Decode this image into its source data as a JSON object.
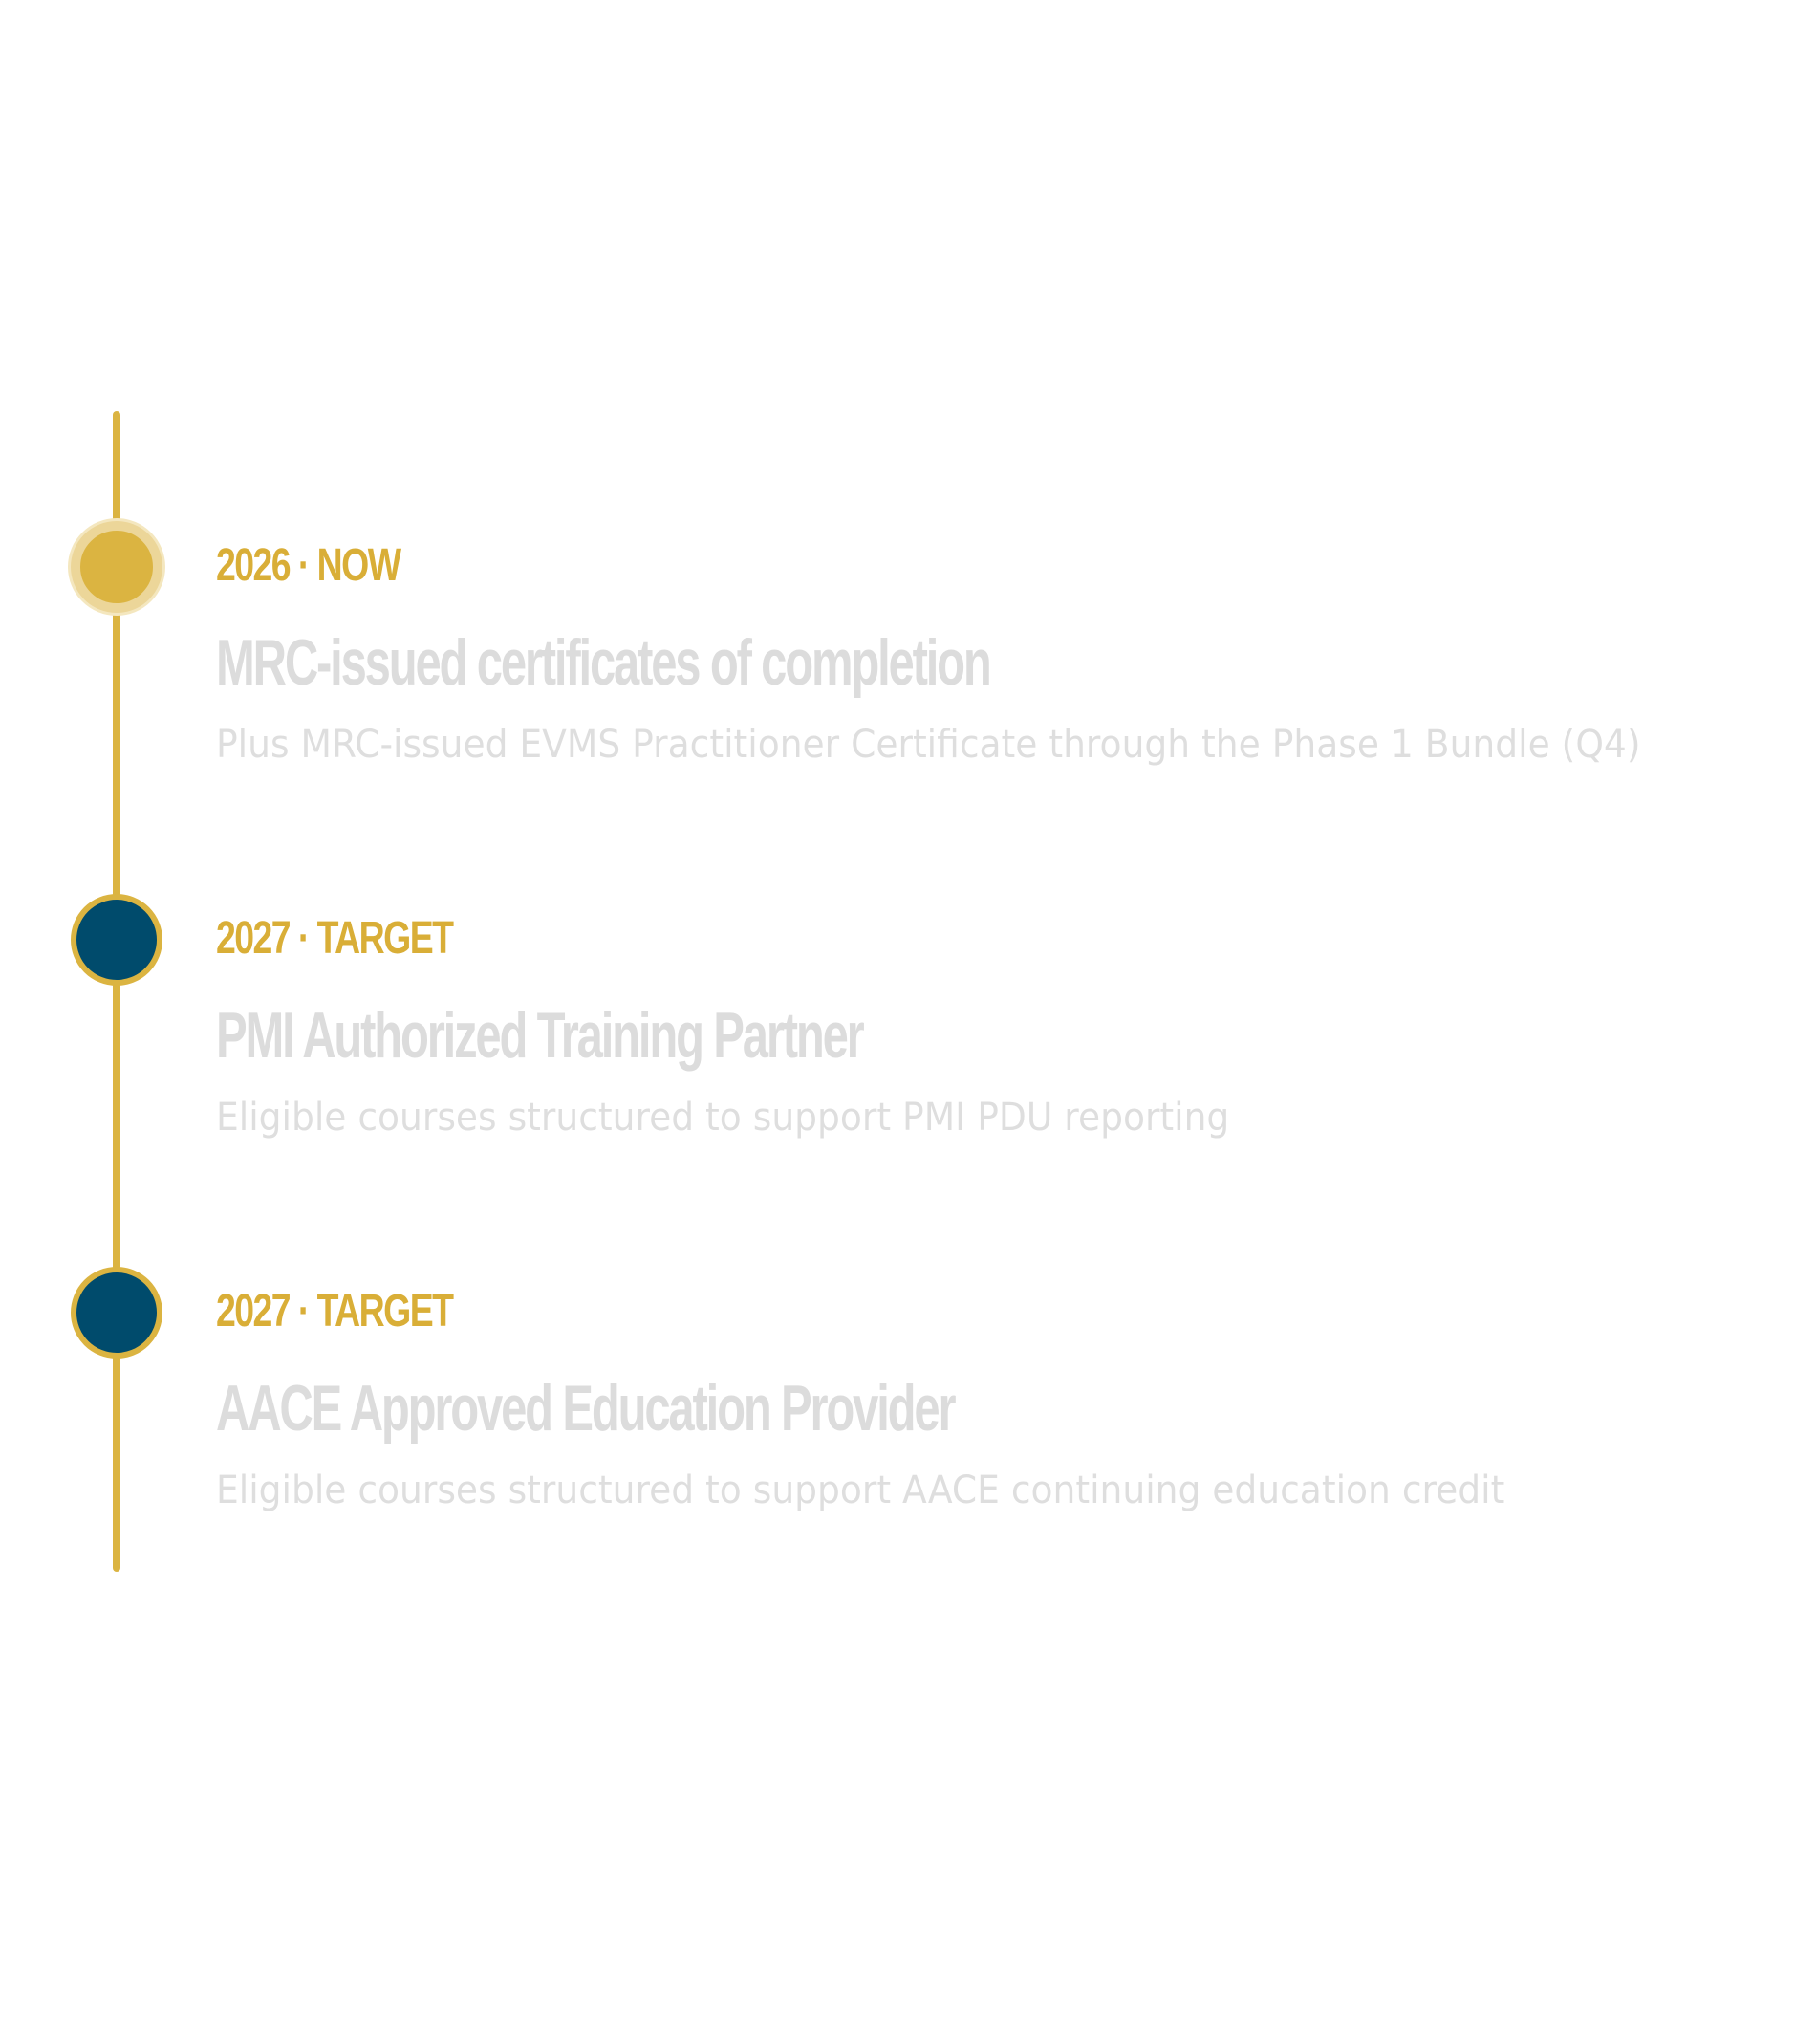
{
  "timeline": {
    "accent_color": "#dbb441",
    "target_node_color": "#004b6c",
    "muted_text_color": "#dcdcdc",
    "entries": [
      {
        "year": "2026",
        "separator": "·",
        "status": "NOW",
        "title": "MRC-issued certificates of completion",
        "description": "Plus MRC-issued EVMS Practitioner Certificate through the Phase 1 Bundle (Q4)"
      },
      {
        "year": "2027",
        "separator": "·",
        "status": "TARGET",
        "title": "PMI Authorized Training Partner",
        "description": "Eligible courses structured to support PMI PDU reporting"
      },
      {
        "year": "2027",
        "separator": "·",
        "status": "TARGET",
        "title": "AACE Approved Education Provider",
        "description": "Eligible courses structured to support AACE continuing education credit"
      }
    ]
  }
}
